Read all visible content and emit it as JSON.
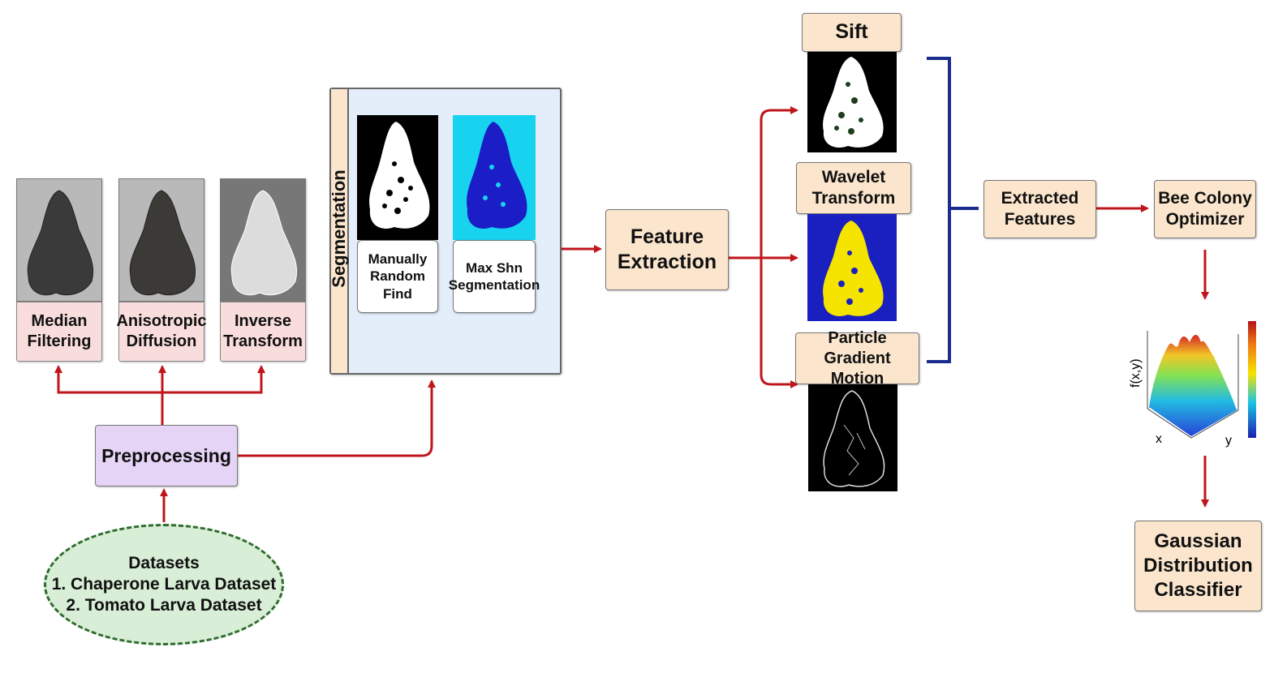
{
  "preprocessing": {
    "label": "Preprocessing",
    "steps": [
      {
        "line1": "Median",
        "line2": "Filtering"
      },
      {
        "line1": "Anisotropic",
        "line2": "Diffusion"
      },
      {
        "line1": "Inverse",
        "line2": "Transform"
      }
    ]
  },
  "datasets": {
    "title": "Datasets",
    "items": [
      "1. Chaperone Larva Dataset",
      "2. Tomato Larva Dataset"
    ]
  },
  "segmentation": {
    "title": "Segmentation",
    "methods": [
      {
        "line1": "Manually",
        "line2": "Random",
        "line3": "Find"
      },
      {
        "line1": "Max Shn",
        "line2": "Segmentation"
      }
    ]
  },
  "feature_extraction": {
    "line1": "Feature",
    "line2": "Extraction"
  },
  "features": [
    {
      "line1": "Sift"
    },
    {
      "line1": "Wavelet",
      "line2": "Transform"
    },
    {
      "line1": "Particle Gradient",
      "line2": "Motion"
    }
  ],
  "extracted_features": {
    "line1": "Extracted",
    "line2": "Features"
  },
  "optimizer": {
    "line1": "Bee Colony",
    "line2": "Optimizer"
  },
  "plot": {
    "zlabel": "f(x,y)",
    "xlabel": "x",
    "ylabel": "y"
  },
  "classifier": {
    "line1": "Gaussian",
    "line2": "Distribution",
    "line3": "Classifier"
  },
  "colors": {
    "arrow": "#c0151b",
    "bracket": "#1a2d8f",
    "peach": "#fbe6cd",
    "pink": "#f9dcdc",
    "lilac": "#e6d4f7",
    "green": "#d8eed6",
    "seg_bg": "#e3eefa"
  }
}
